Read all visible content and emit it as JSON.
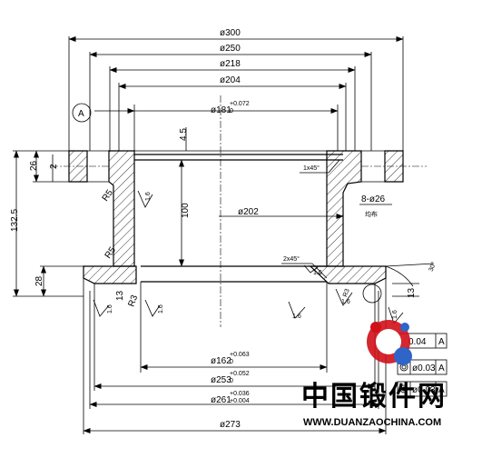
{
  "dimensions": {
    "d300": "ø300",
    "d250": "ø250",
    "d218": "ø218",
    "d204": "ø204",
    "d181": "ø181",
    "d181_tol_upper": "+0.072",
    "d181_tol_lower": "0",
    "d202": "ø202",
    "d162": "ø162",
    "d162_tol_upper": "+0.063",
    "d162_tol_lower": "0",
    "d253": "ø253",
    "d253_tol_upper": "+0.052",
    "d253_tol_lower": "0",
    "d261": "ø261",
    "d261_tol_upper": "+0.036",
    "d261_tol_lower": "+0.004",
    "d273": "ø273",
    "h132_5": "132.5",
    "h100": "100",
    "h28": "28",
    "h26": "26",
    "h2": "2",
    "h4_5": "4.5",
    "h13_left": "13",
    "h13_right": "13",
    "r5_top": "R5",
    "r5_mid": "R5",
    "r3": "R3",
    "r3_right": "R3",
    "chamfer_top": "1x45°",
    "chamfer_bottom": "2x45°",
    "angle_30": "30°",
    "holes": "8-ø26",
    "holes_note": "均布"
  },
  "roughness": [
    "1.6",
    "1.6",
    "1.6",
    "1.6",
    "1.6",
    "1.6",
    "1.6"
  ],
  "datum": "A",
  "tolerance_frames": [
    {
      "value": "0.04",
      "datum": "A"
    },
    {
      "value": "ø0.03",
      "datum": "A"
    },
    {
      "value": "ø0.03",
      "datum": "A"
    }
  ],
  "watermark": {
    "chinese": "中国锻件网",
    "url": "WWW.DUANZAOCHINA.COM"
  }
}
